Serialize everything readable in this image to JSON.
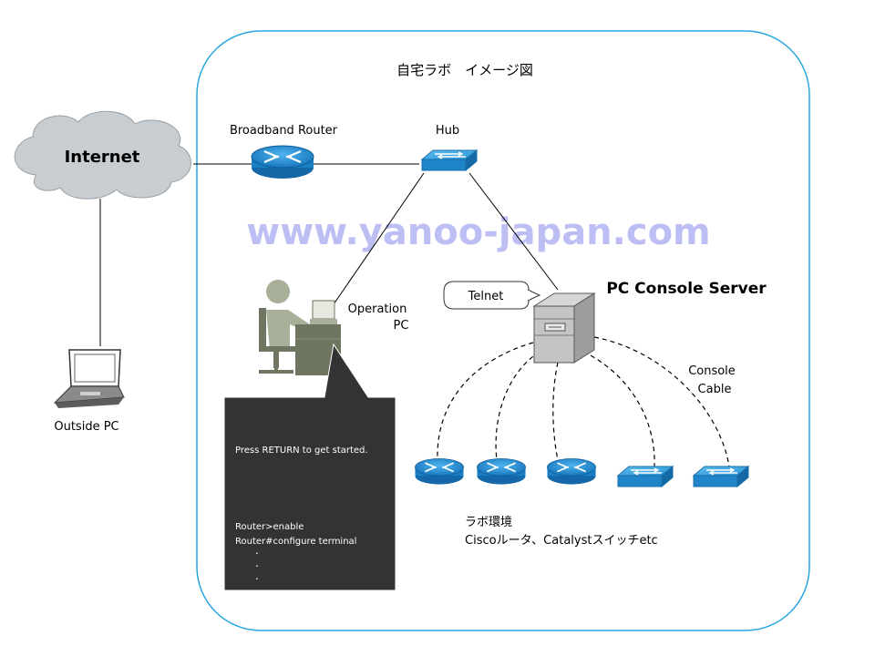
{
  "title": "自宅ラボ　イメージ図",
  "watermark": "www.yanoo-japan.com",
  "internet_label": "Internet",
  "broadband_router_label": "Broadband Router",
  "hub_label": "Hub",
  "operation_pc_label_line1": "Operation",
  "operation_pc_label_line2": "PC",
  "outside_pc_label": "Outside PC",
  "console_server_label": "PC Console Server",
  "telnet_label": "Telnet",
  "console_cable_line1": "Console",
  "console_cable_line2": "Cable",
  "lab_caption_line1": "ラボ環境",
  "lab_caption_line2": "Ciscoルータ、Catalystスイッチetc",
  "console_lines": {
    "line1": "Press RETURN to get started.",
    "line2": "Router>enable",
    "line3": "Router#configure terminal",
    "dot": "."
  },
  "colors": {
    "frame_stroke": "#29a6e0",
    "cloud_fill": "#c8cdd1",
    "router_fill": "#1f8fd6",
    "terminal_bg": "#333333",
    "person_fill": "#a8b09a",
    "desk_fill": "#6e7560",
    "server_fill": "#bfbfbf"
  },
  "icons": [
    "cloud-icon",
    "router-icon",
    "switch-icon",
    "laptop-icon",
    "person-at-desk-icon",
    "server-tower-icon"
  ]
}
